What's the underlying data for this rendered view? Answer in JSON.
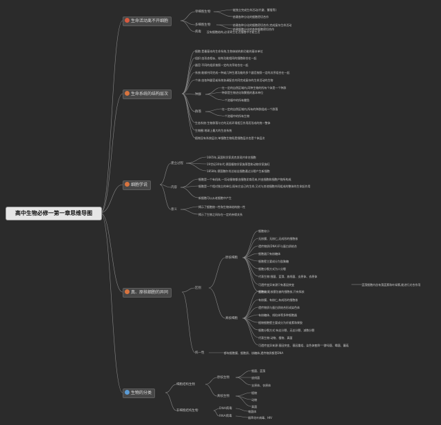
{
  "title": "高中生物必修一第一章思维导图",
  "colors": {
    "accent": "#d8743f",
    "blue": "#5b9bd5",
    "line": "#8a8a8a",
    "text": "#c9c9c9"
  },
  "branches": {
    "b1": {
      "label": "生命活动离不开细胞",
      "icon": "red-dot-icon",
      "subs": [
        "单细胞生物",
        "多细胞生物",
        "病毒"
      ],
      "leaves": [
        "能独立完成生命活动(代谢、繁殖等)",
        "依赖各种分化的细胞密切合作",
        "依赖各种分化的细胞密切合作,完成复杂生命活动",
        "依赖细胞分化的各种细胞密切合作",
        "没有细胞结构,必须寄生在活细胞中才能生活"
      ]
    },
    "b2": {
      "label": "生命系统的结构层次",
      "icon": "star-icon",
      "items": [
        "细胞:是最基本的生命系统,生物体结构和功能的基本单位",
        "组织:由形态相似、结构功能相同的细胞联合在一起",
        "器官:不同的组织按照一定的次序结合在一起",
        "系统:能够共同完成一种或几种生理功能的多个器官按照一定的次序组合在一起",
        "个体:由各种器官或系统协调配合共同完成复杂的生命活动的生物"
      ],
      "sub1": "种群",
      "sub1_leaves": [
        "在一定的自然区域内,同种生物的所有个体是一个种群",
        "种群是生物进化和繁殖的基本单位",
        "一个池塘中的所有鲤鱼"
      ],
      "sub2": "群落",
      "sub2_leaves": [
        "在一定的自然区域内,所有的种群组成一个群落",
        "一个池塘中的所有生物"
      ],
      "tail": [
        "生态系统:生物群落与它的无机环境相互作用而形成的统一整体",
        "生物圈:地球上最大的生态系统",
        "植物没有系统层次;单细胞生物既是细胞层次也是个体层次"
      ]
    },
    "b3": {
      "label": "细胞学说",
      "icon": "star-icon",
      "subs": [
        "建立过程",
        "内容",
        "意义"
      ],
      "leaves": [
        "1665年,英国科学家虎克发现并命名细胞",
        "19世纪30年代,德国植物学家施莱登和动物学家施旺",
        "1858年,德国魏尔肖总结出细胞通过分裂产生新细胞",
        "细胞是一个有机体,一切动植物都由细胞发育而来,并由细胞和细胞产物所构成",
        "细胞是一个相对独立的单位,既有它自己的生命,又对与其他细胞共同组成的整体的生命起作用",
        "新细胞可以从老细胞中产生",
        "揭示了细胞统一性和生物体结构统一性",
        "揭示了生物之间存在一定的亲缘关系"
      ]
    },
    "b4": {
      "label": "真、原核细胞的异同",
      "icon": "star-icon",
      "sub0": "区别",
      "sub1": "原核细胞",
      "sub1_leaves": [
        "细胞较小",
        "无核膜、无核仁,无成形的细胞核",
        "遗传物质(DNA)不与蛋白质结合",
        "细胞器只有核糖体",
        "细胞壁主要成分为肽聚糖",
        "细胞分裂方式为二分裂",
        "代表生物:细菌、蓝藻、放线菌、支原体、衣原体",
        "可遗传变异来源只有基因突变",
        "细胞核:无核膜包被的细胞核,只有拟核"
      ],
      "sub1_note": "蓝藻细胞内含有藻蓝素和叶绿素,能进行光合作用",
      "sub2": "真核细胞",
      "sub2_leaves": [
        "细胞较大",
        "有核膜、有核仁,有成形的细胞核",
        "遗传物质与蛋白质结合形成染色体",
        "有核糖体、线粒体等多种细胞器",
        "植物细胞壁主要成分为纤维素和果胶",
        "细胞分裂方式:有丝分裂、无丝分裂、减数分裂",
        "代表生物:动物、植物、真菌",
        "可遗传变异来源:基因突变、基因重组、染色体变异"
      ],
      "sub2_note": "酵母菌、霉菌、蘑菇",
      "sub3": "统一性",
      "sub3_leaf": "都有细胞膜、细胞质、核糖体,遗传物质都是DNA"
    },
    "b5": {
      "label": "生物的分类",
      "icon": "blue-dot-icon",
      "subs": [
        "细胞结构生物",
        "非细胞结构生物"
      ],
      "mid": [
        "原核生物",
        "真核生物",
        "DNA病毒",
        "RNA病毒"
      ],
      "leaves": [
        "细菌、蓝藻",
        "放线菌",
        "支原体、衣原体",
        "植物",
        "动物",
        "真菌",
        "噬菌体",
        "烟草花叶病毒、HIV"
      ]
    }
  }
}
